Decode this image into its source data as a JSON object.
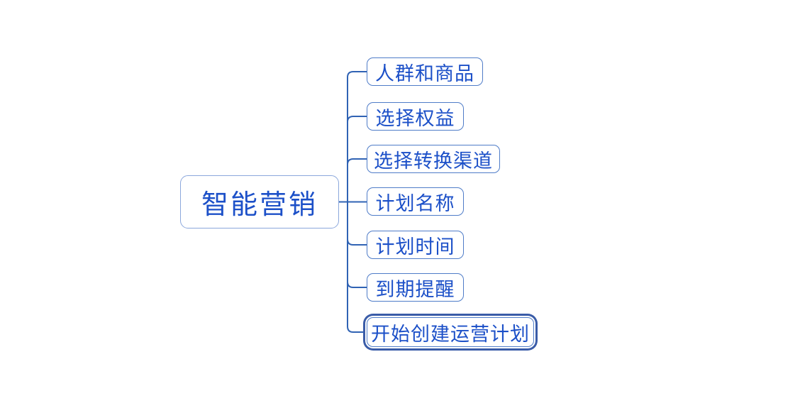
{
  "mindmap": {
    "root": {
      "label": "智能营销"
    },
    "children": [
      {
        "label": "人群和商品",
        "selected": false
      },
      {
        "label": "选择权益",
        "selected": false
      },
      {
        "label": "选择转换渠道",
        "selected": false
      },
      {
        "label": "计划名称",
        "selected": false
      },
      {
        "label": "计划时间",
        "selected": false
      },
      {
        "label": "到期提醒",
        "selected": false
      },
      {
        "label": "开始创建运营计划",
        "selected": true
      }
    ],
    "colors": {
      "background": "#ffffff",
      "text": "#1c50c8",
      "root_border": "#8ba7dc",
      "node_border": "#4f7cc8",
      "connector": "#3063b4",
      "selection_ring": "#3a5ca8"
    }
  }
}
